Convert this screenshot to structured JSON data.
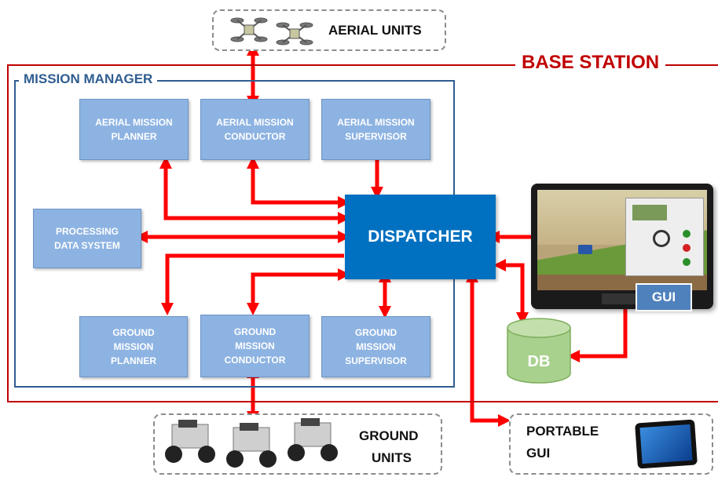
{
  "aerial_units": {
    "label": "AERIAL UNITS"
  },
  "base_station": {
    "title": "BASE STATION"
  },
  "mission_manager": {
    "title": "MISSION MANAGER",
    "aerial_mission_planner": [
      "AERIAL MISSION",
      "PLANNER"
    ],
    "aerial_mission_conductor": [
      "AERIAL MISSION",
      "CONDUCTOR"
    ],
    "aerial_mission_supervisor": [
      "AERIAL MISSION",
      "SUPERVISOR"
    ],
    "processing_data_system": [
      "PROCESSING",
      "DATA SYSTEM"
    ],
    "ground_mission_planner": [
      "GROUND",
      "MISSION",
      "PLANNER"
    ],
    "ground_mission_conductor": [
      "GROUND",
      "MISSION",
      "CONDUCTOR"
    ],
    "ground_mission_supervisor": [
      "GROUND",
      "MISSION",
      "SUPERVISOR"
    ]
  },
  "dispatcher": {
    "label": "DISPATCHER"
  },
  "gui": {
    "label": "GUI"
  },
  "db": {
    "label": "DB"
  },
  "ground_units": {
    "label_line1": "GROUND",
    "label_line2": "UNITS"
  },
  "portable_gui": {
    "label_line1": "PORTABLE",
    "label_line2": "GUI"
  },
  "colors": {
    "arrow": "#ff0000",
    "base_station": "#c00000",
    "mission_manager": "#2f5d8f",
    "module": "#8db3e2",
    "dispatcher": "#0070c0",
    "db": "#a9d18e"
  }
}
